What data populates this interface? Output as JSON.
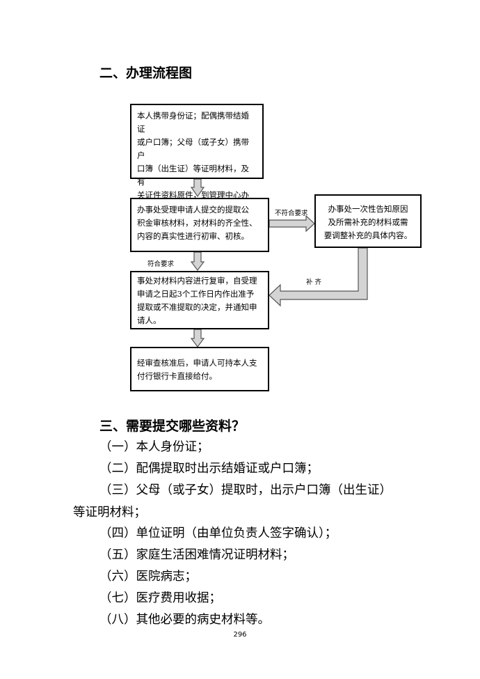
{
  "section2": {
    "title": "二、办理流程图"
  },
  "flowchart": {
    "step1": "本人携带身份证；配偶携带结婚证\n或户口簿；父母（或子女）携带户\n口簿（出生证）等证明材料，及有\n关证件资料原件，到管理中心办理\n提取手续。",
    "step2": "办事处受理申请人提交的提取公\n积金审核材料，对材料的齐全性、\n内容的真实性进行初审、初核。",
    "side_box": "办事处一次性告知原因\n及所需补充的材料或需\n要调整补充的具体内容。",
    "step3": "事处对材料内容进行复审，自受理\n申请之日起3个工作日内作出准予\n提取或不准提取的决定，并通知申\n请人。",
    "step4": "经审查核准后，申请人可持本人支\n付行银行卡直接给付。",
    "label_not_meet": "不符合要求",
    "label_meet": "符合要求",
    "label_supplement": "补 齐"
  },
  "section3": {
    "title": "三、需要提交哪些资料？",
    "items": [
      "（一）本人身份证；",
      "（二）配偶提取时出示结婚证或户口簿；",
      "（三）父母（或子女）提取时，出示户口簿（出生证）",
      "等证明材料；",
      "（四）单位证明（由单位负责人签字确认）；",
      "（五）家庭生活困难情况证明材料；",
      "（六）医院病志；",
      "（七）医疗费用收据；",
      "（八）其他必要的病史材料等。"
    ]
  },
  "page_number": "296"
}
